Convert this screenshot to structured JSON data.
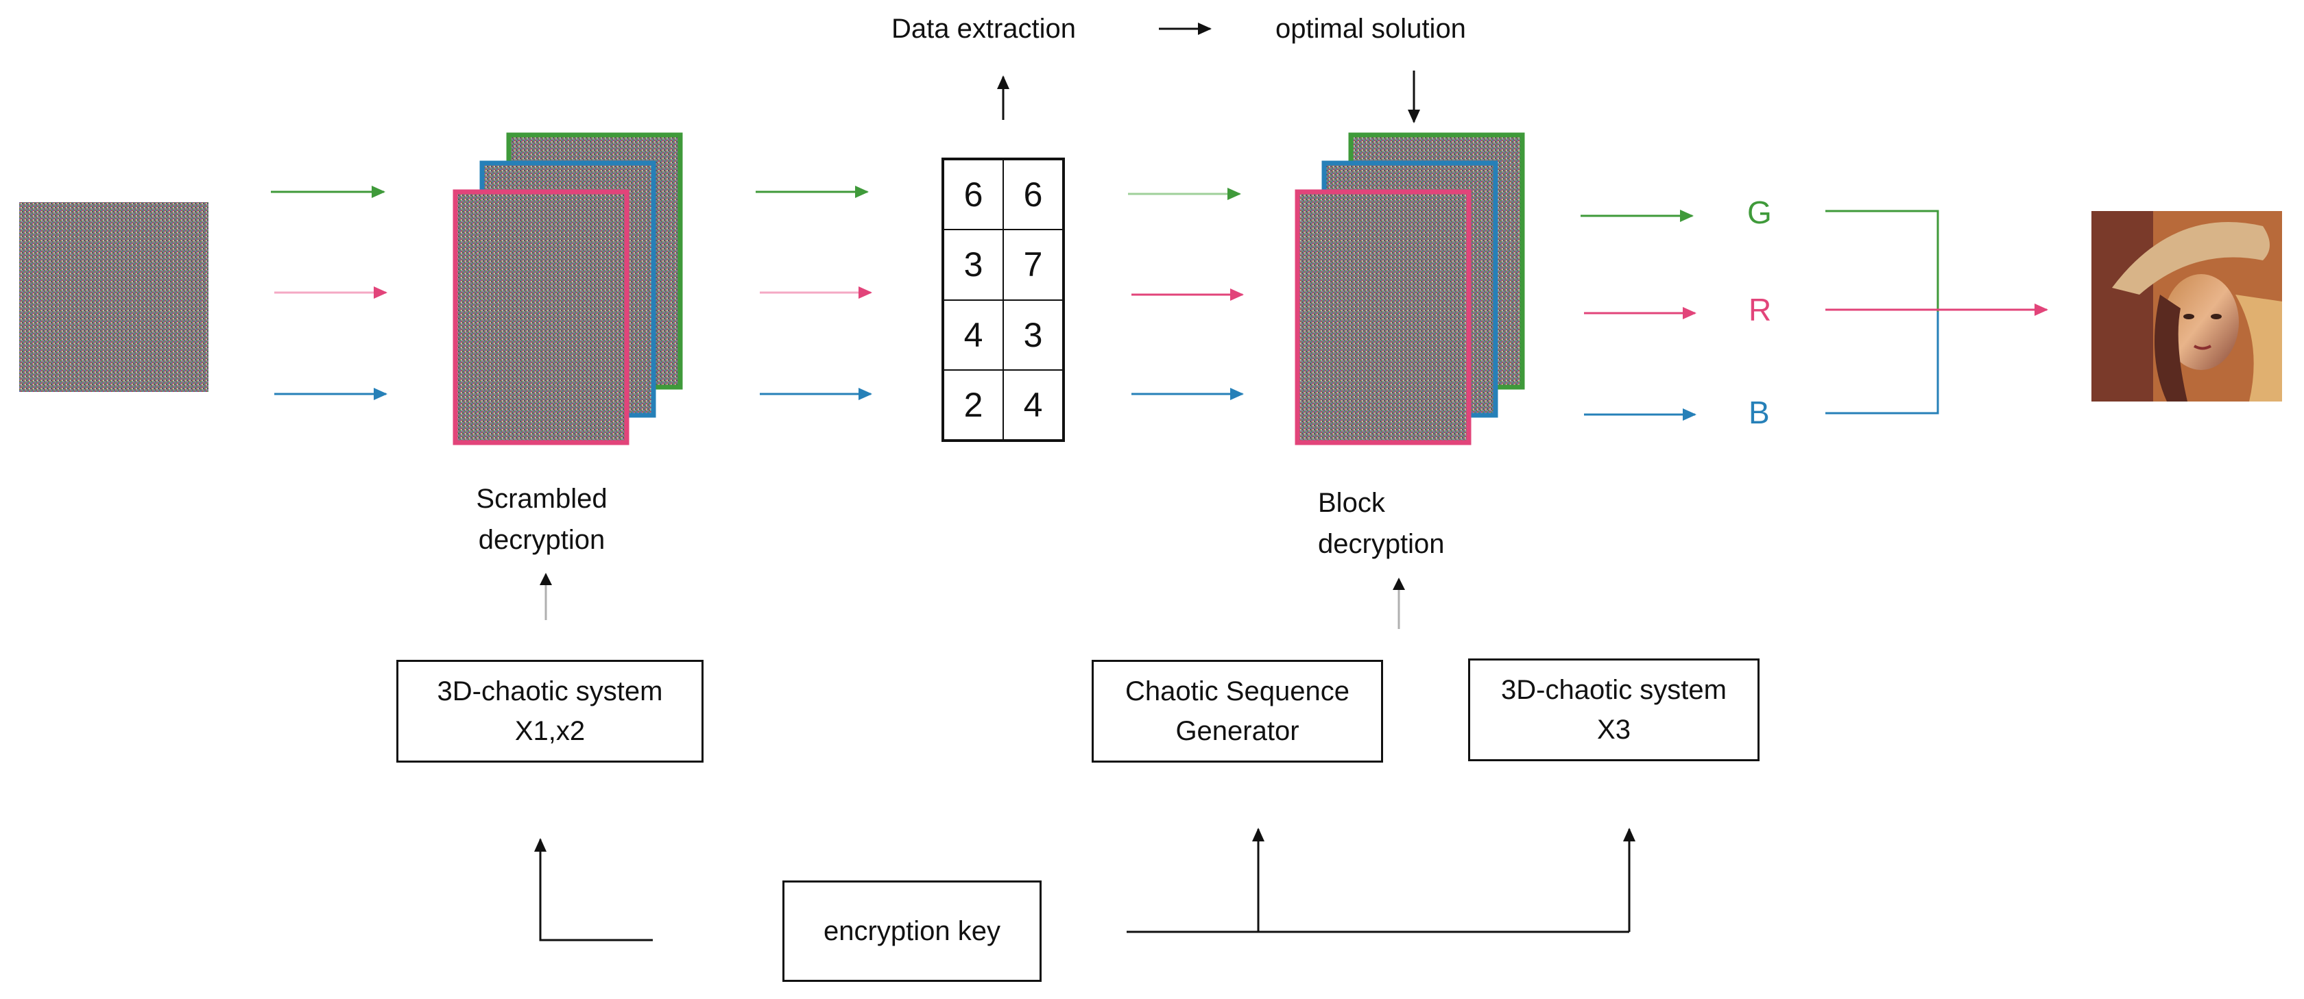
{
  "colors": {
    "green": "#3f9a3a",
    "red": "#e2447a",
    "blue": "#2680b8",
    "pink_light": "#f4a9c4",
    "line": "#111111",
    "light_arrow": "#b0b0b0"
  },
  "top": {
    "data_extraction": "Data extraction",
    "optimal_solution": "optimal solution"
  },
  "table": {
    "cells": [
      "6",
      "6",
      "3",
      "7",
      "4",
      "3",
      "2",
      "4"
    ]
  },
  "labels": {
    "scrambled_line1": "Scrambled",
    "scrambled_line2": "decryption",
    "block_line1": "Block",
    "block_line2": "decryption"
  },
  "boxes": {
    "chaotic_x12_line1": "3D-chaotic system",
    "chaotic_x12_line2": "X1,x2",
    "sequence_gen_line1": "Chaotic Sequence",
    "sequence_gen_line2": "Generator",
    "chaotic_x3_line1": "3D-chaotic system",
    "chaotic_x3_line2": "X3",
    "encryption_key": "encryption key"
  },
  "channels": {
    "g": "G",
    "r": "R",
    "b": "B"
  },
  "icons": {
    "encrypted_image": "noise-image-icon",
    "decrypted_image": "lena-portrait-icon"
  }
}
